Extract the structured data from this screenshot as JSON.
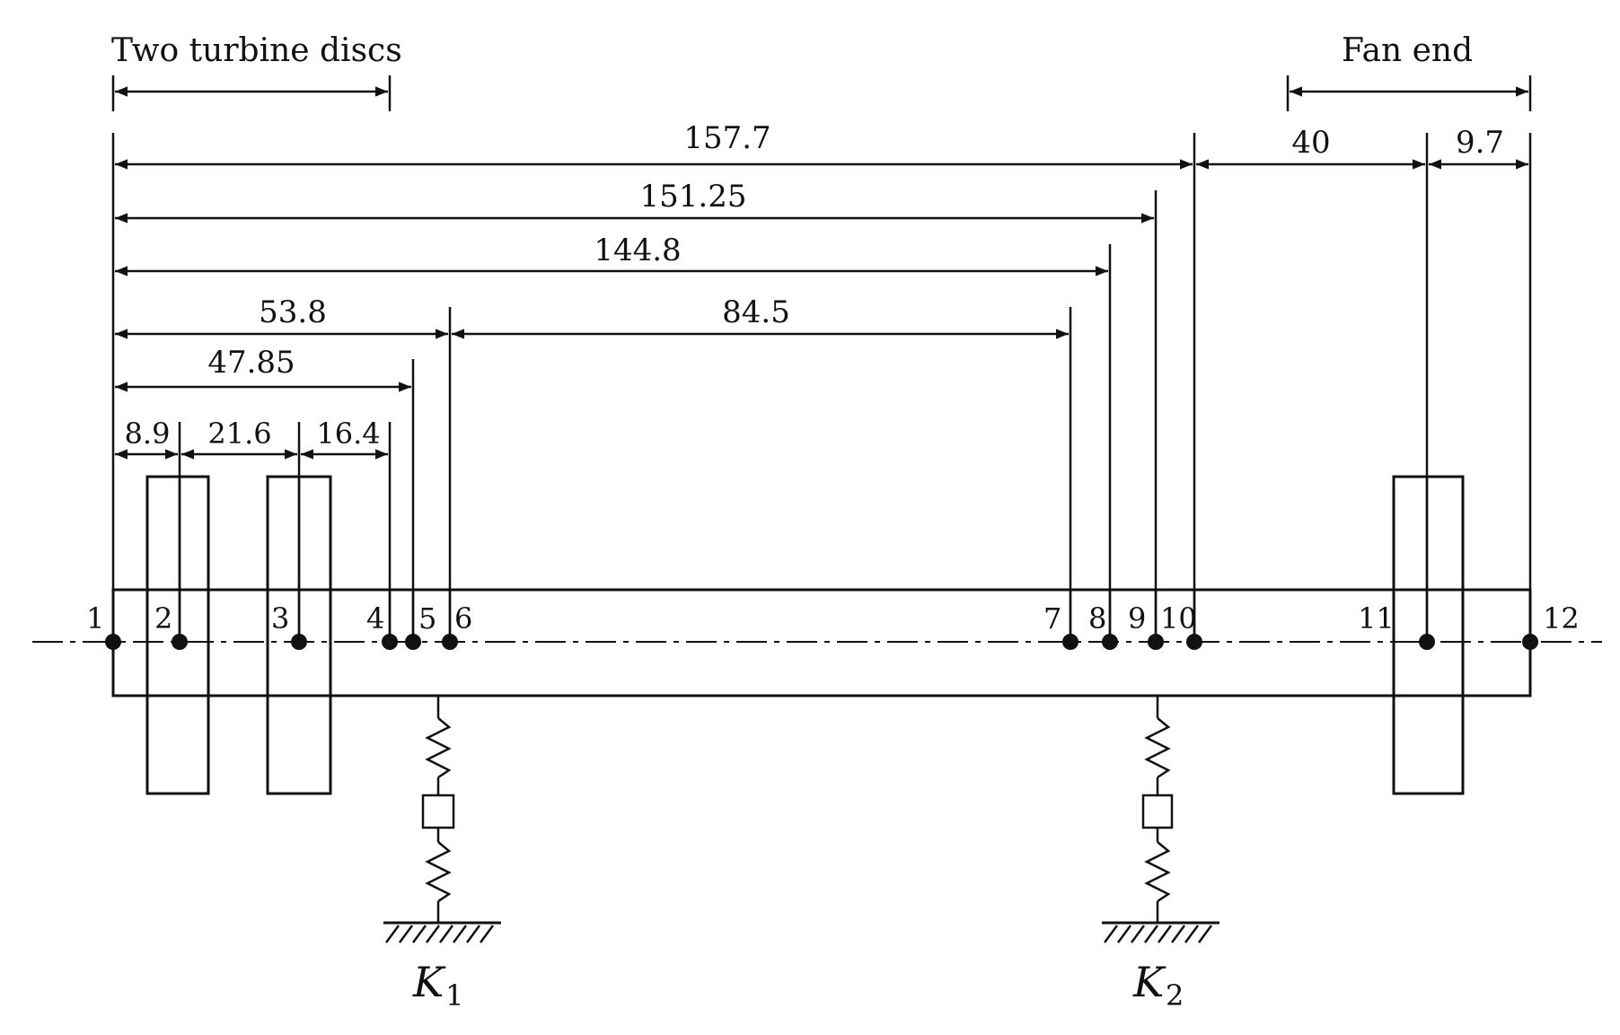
{
  "headers": {
    "left": "Two turbine discs",
    "right": "Fan end"
  },
  "dimensions": {
    "d157": "157.7",
    "d40": "40",
    "d9_7": "9.7",
    "d151": "151.25",
    "d144": "144.8",
    "d53": "53.8",
    "d84": "84.5",
    "d47": "47.85",
    "d8_9": "8.9",
    "d21_6": "21.6",
    "d16_4": "16.4"
  },
  "nodes": [
    "1",
    "2",
    "3",
    "4",
    "5",
    "6",
    "7",
    "8",
    "9",
    "10",
    "11",
    "12"
  ],
  "supports": {
    "k1": {
      "letter": "K",
      "sub": "1"
    },
    "k2": {
      "letter": "K",
      "sub": "2"
    }
  }
}
